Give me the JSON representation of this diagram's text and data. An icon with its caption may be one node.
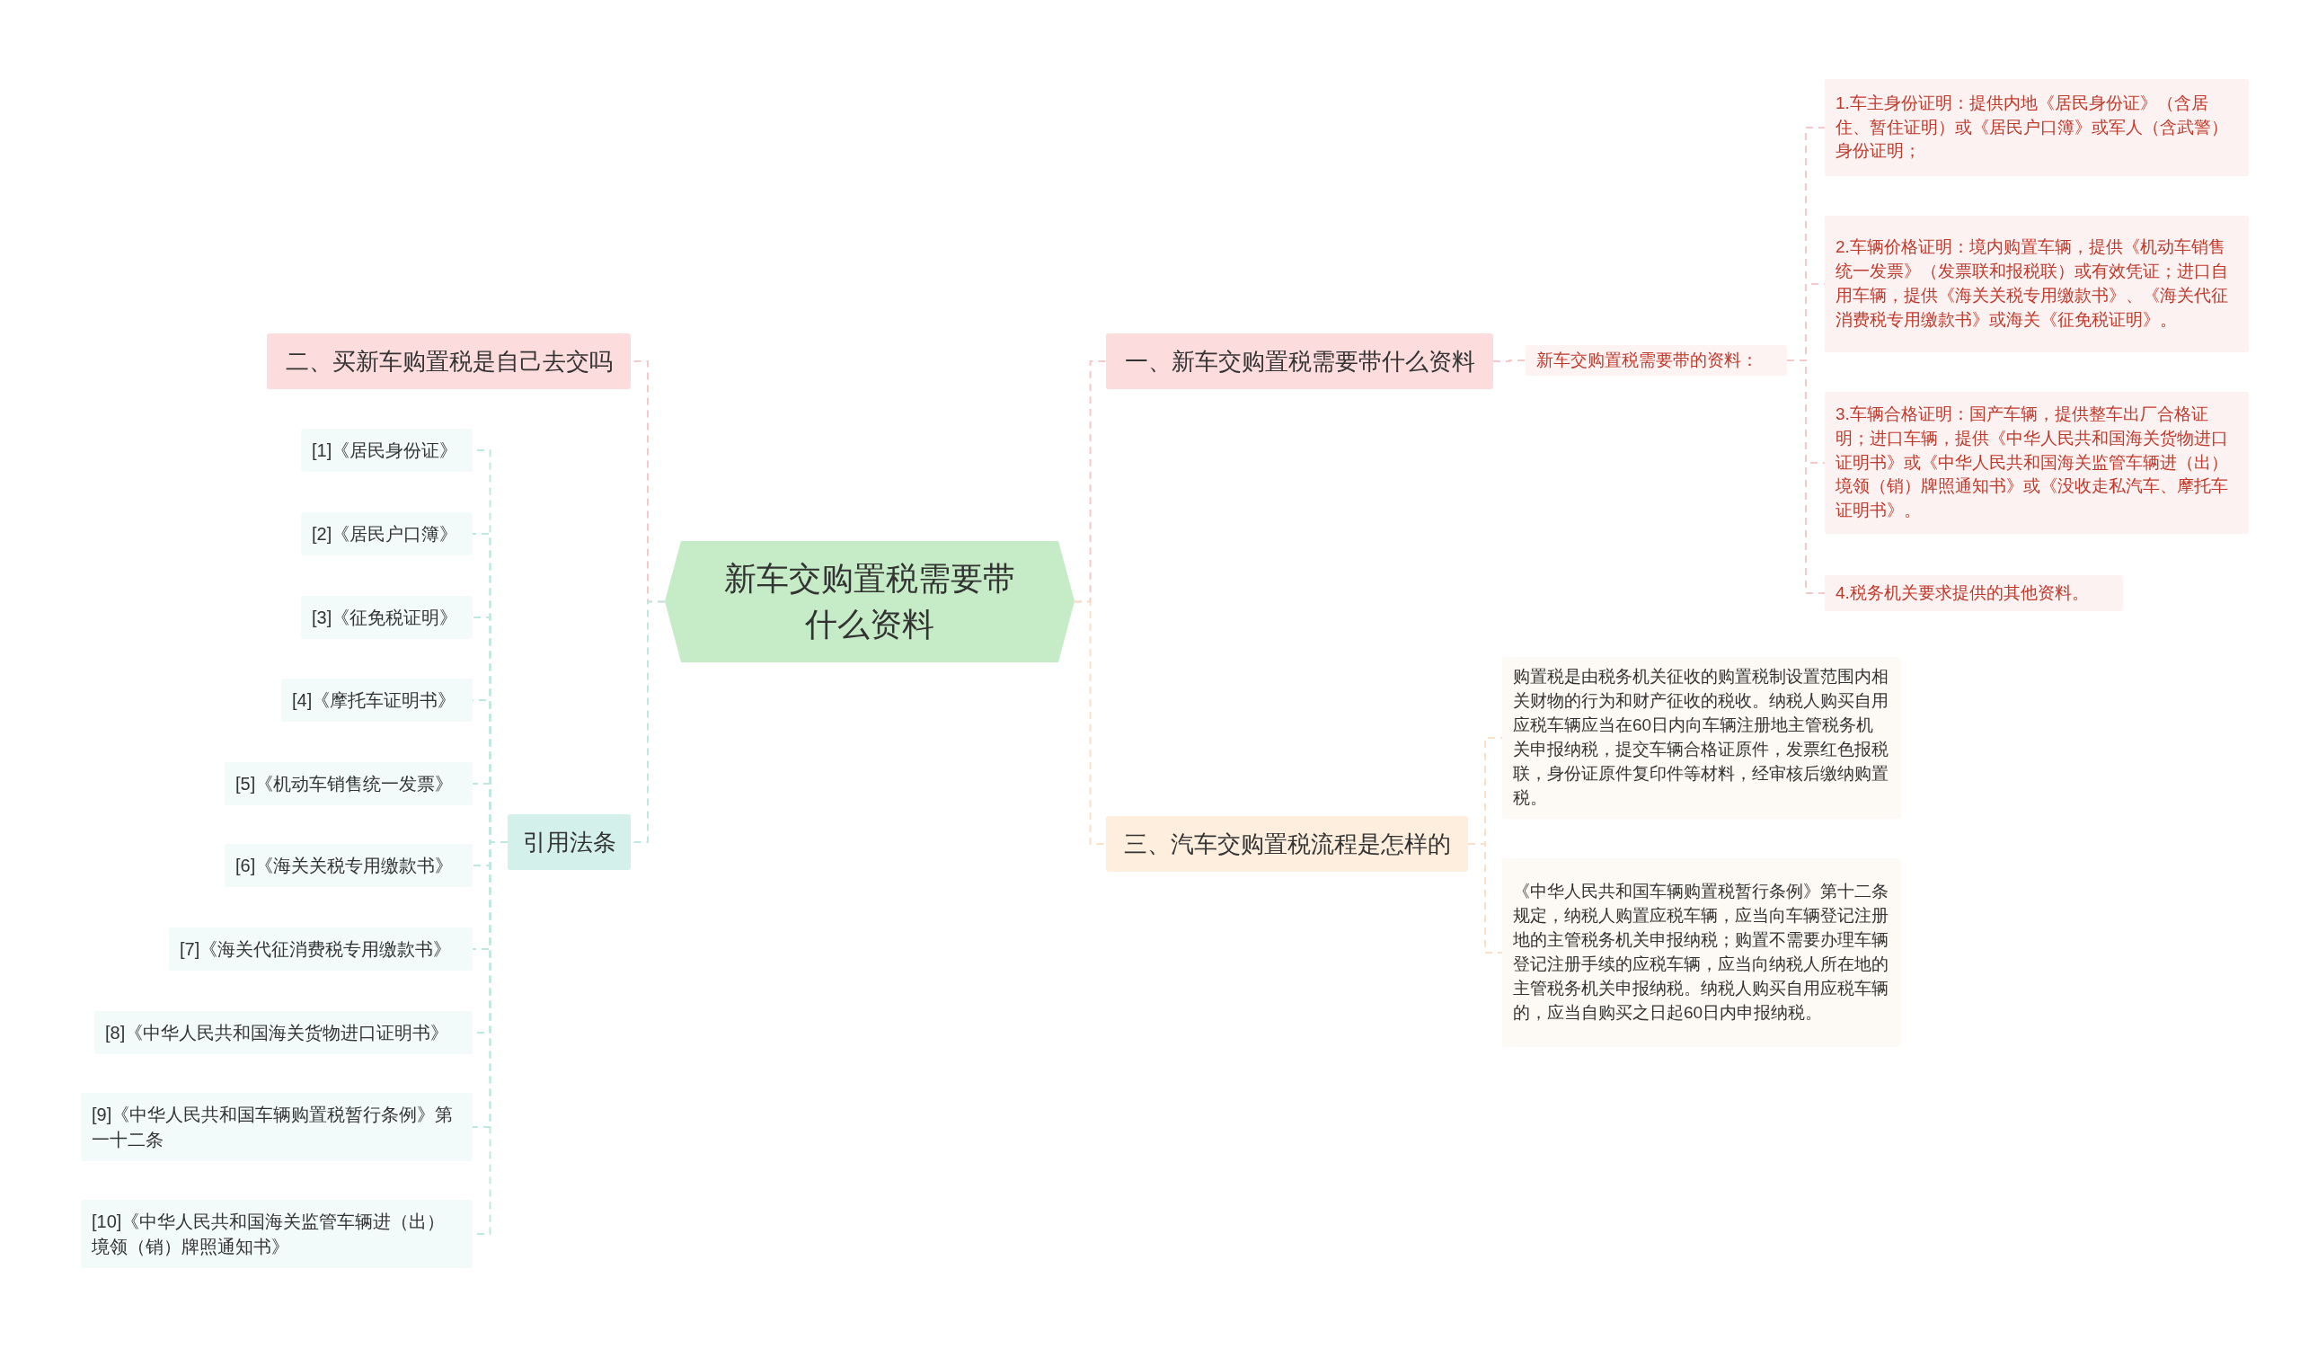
{
  "diagram": {
    "nodes": [
      {
        "text": [
          "新车交购置税需要带什么资料"
        ]
      },
      {
        "text": [
          "二、买新车购置税是自己去交吗"
        ]
      },
      {
        "text": [
          "引用法条"
        ]
      },
      {
        "text": [
          "[1]《居民身份证》"
        ]
      },
      {
        "text": [
          "[2]《居民户口簿》"
        ]
      },
      {
        "text": [
          "[3]《征免税证明》"
        ]
      },
      {
        "text": [
          "[4]《摩托车证明书》"
        ]
      },
      {
        "text": [
          "[5]《机动车销售统一发票》"
        ]
      },
      {
        "text": [
          "[6]《海关关税专用缴款书》"
        ]
      },
      {
        "text": [
          "[7]《海关代征消费税专用缴款书》"
        ]
      },
      {
        "text": [
          "[8]《中华人民共和国海关货物进口证明书》"
        ]
      },
      {
        "text": [
          "[9]《中华人民共和国车辆购置税暂行条例》第一十二条"
        ]
      },
      {
        "text": [
          "[10]《中华人民共和国海关监管车辆进（出）境领（销）牌照通知书》"
        ]
      },
      {
        "text": [
          "一、新车交购置税需要带什么资料"
        ]
      },
      {
        "text": [
          "新车交购置税需要带的资料："
        ]
      },
      {
        "text": [
          "1.车主身份证明：提供内地《居民身份证》（含居住、暂住证明）或《居民户口簿》或军人（含武警）身份证明；"
        ]
      },
      {
        "text": [
          "2.车辆价格证明：境内购置车辆，提供《机动车销售统一发票》（发票联和报税联）或有效凭证；进口自用车辆，提供《海关关税专用缴款书》、《海关代征消费税专用缴款书》或海关《征免税证明》。"
        ]
      },
      {
        "text": [
          "3.车辆合格证明：国产车辆，提供整车出厂合格证明；进口车辆，提供《中华人民共和国海关货物进口证明书》或《中华人民共和国海关监管车辆进（出）境领（销）牌照通知书》或《没收走私汽车、摩托车证明书》。"
        ]
      },
      {
        "text": [
          "4.税务机关要求提供的其他资料。"
        ]
      },
      {
        "text": [
          "三、汽车交购置税流程是怎样的"
        ]
      },
      {
        "text": [
          "购置税是由税务机关征收的购置税制设置范围内相关财物的行为和财产征收的税收。纳税人购买自用应税车辆应当在60日内向车辆注册地主管税务机关申报纳税，提交车辆合格证原件，发票红色报税联，身份证原件复印件等材料，经审核后缴纳购置税。"
        ]
      },
      {
        "text": [
          "《中华人民共和国车辆购置税暂行条例》第十二条规定，纳税人购置应税车辆，应当向车辆登记注册地的主管税务机关申报纳税；购置不需要办理车辆登记注册手续的应税车辆，应当向纳税人所在地的主管税务机关申报纳税。纳税人购买自用应税车辆的，应当自购买之日起60日内申报纳税。"
        ]
      }
    ],
    "edges": [
      {
        "from": 0,
        "to": 1,
        "arrow": "none",
        "style": "dashed",
        "color": "#f6c9c9"
      },
      {
        "from": 0,
        "to": 2,
        "arrow": "none",
        "style": "dashed"
      },
      {
        "from": 2,
        "to": 3,
        "arrow": "none",
        "style": "dashed"
      },
      {
        "from": 2,
        "to": 4,
        "arrow": "none",
        "style": "dashed"
      },
      {
        "from": 2,
        "to": 5,
        "arrow": "none",
        "style": "dashed"
      },
      {
        "from": 2,
        "to": 6,
        "arrow": "none",
        "style": "dashed"
      },
      {
        "from": 2,
        "to": 7,
        "arrow": "none",
        "style": "dashed"
      },
      {
        "from": 2,
        "to": 8,
        "arrow": "none",
        "style": "dashed"
      },
      {
        "from": 2,
        "to": 9,
        "arrow": "none",
        "style": "dashed"
      },
      {
        "from": 2,
        "to": 10,
        "arrow": "none",
        "style": "dashed"
      },
      {
        "from": 2,
        "to": 11,
        "arrow": "none",
        "style": "dashed"
      },
      {
        "from": 2,
        "to": 12,
        "arrow": "none",
        "style": "dashed"
      },
      {
        "from": 0,
        "to": 13,
        "arrow": "none",
        "style": "dashed",
        "color": "#f6c9c9"
      },
      {
        "from": 13,
        "to": 14,
        "arrow": "none",
        "style": "dashed",
        "color": "#f6c9c9"
      },
      {
        "from": 14,
        "to": 15,
        "arrow": "none",
        "style": "dashed",
        "color": "#f6c9c9"
      },
      {
        "from": 14,
        "to": 16,
        "arrow": "none",
        "style": "dashed",
        "color": "#f6c9c9"
      },
      {
        "from": 14,
        "to": 17,
        "arrow": "none",
        "style": "dashed",
        "color": "#f6c9c9"
      },
      {
        "from": 14,
        "to": 18,
        "arrow": "none",
        "style": "dashed",
        "color": "#f6c9c9"
      },
      {
        "from": 0,
        "to": 19,
        "arrow": "none",
        "style": "dashed",
        "color": "#fbe0c6"
      },
      {
        "from": 19,
        "to": 20,
        "arrow": "none",
        "style": "dashed",
        "color": "#fbe0c6"
      },
      {
        "from": 19,
        "to": 21,
        "arrow": "none",
        "style": "dashed",
        "color": "#fbe0c6"
      }
    ]
  }
}
